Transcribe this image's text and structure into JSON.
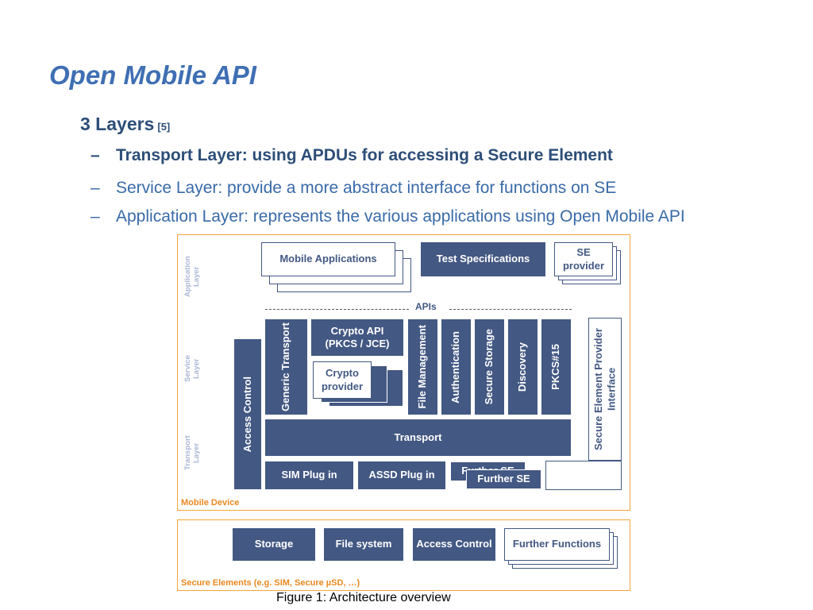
{
  "slide": {
    "title": "Open Mobile API",
    "level1": "3 Layers",
    "level1_ref": "[5]",
    "bullets": [
      "Transport Layer: using APDUs for accessing a Secure Element",
      "Service Layer: provide a more abstract interface for functions on SE",
      "Application Layer: represents the various applications using Open Mobile API"
    ],
    "bullet_marker": "–"
  },
  "diagram": {
    "layer_labels": {
      "application": "Application Layer",
      "service": "Service Layer",
      "transport": "Transport Layer"
    },
    "mobile_apps": "Mobile Applications",
    "test_specs": "Test Specifications",
    "se_provider": "SE provider",
    "apis": "APIs",
    "access_control": "Access Control",
    "generic_transport": "Generic Transport",
    "crypto_api": "Crypto API (PKCS / JCE)",
    "crypto_provider": "Crypto provider",
    "file_management": "File Management",
    "authentication": "Authentication",
    "secure_storage": "Secure Storage",
    "discovery": "Discovery",
    "pkcs15": "PKCS#15",
    "se_provider_interface": "Secure Element Provider Interface",
    "transport": "Transport",
    "sim_plugin": "SIM Plug in",
    "assd_plugin": "ASSD Plug in",
    "further_se_back": "Further SE",
    "further_se": "Further SE",
    "mobile_device": "Mobile Device",
    "storage": "Storage",
    "file_system": "File system",
    "se_access_control": "Access Control",
    "further_functions": "Further Functions",
    "secure_elements": "Secure Elements (e.g. SIM, Secure µSD, …)",
    "colors": {
      "box": "#435883",
      "frame": "#f2a43a",
      "frame_label": "#e8881f",
      "layer_label": "#aab8d6"
    }
  },
  "caption": "Figure 1: Architecture overview"
}
